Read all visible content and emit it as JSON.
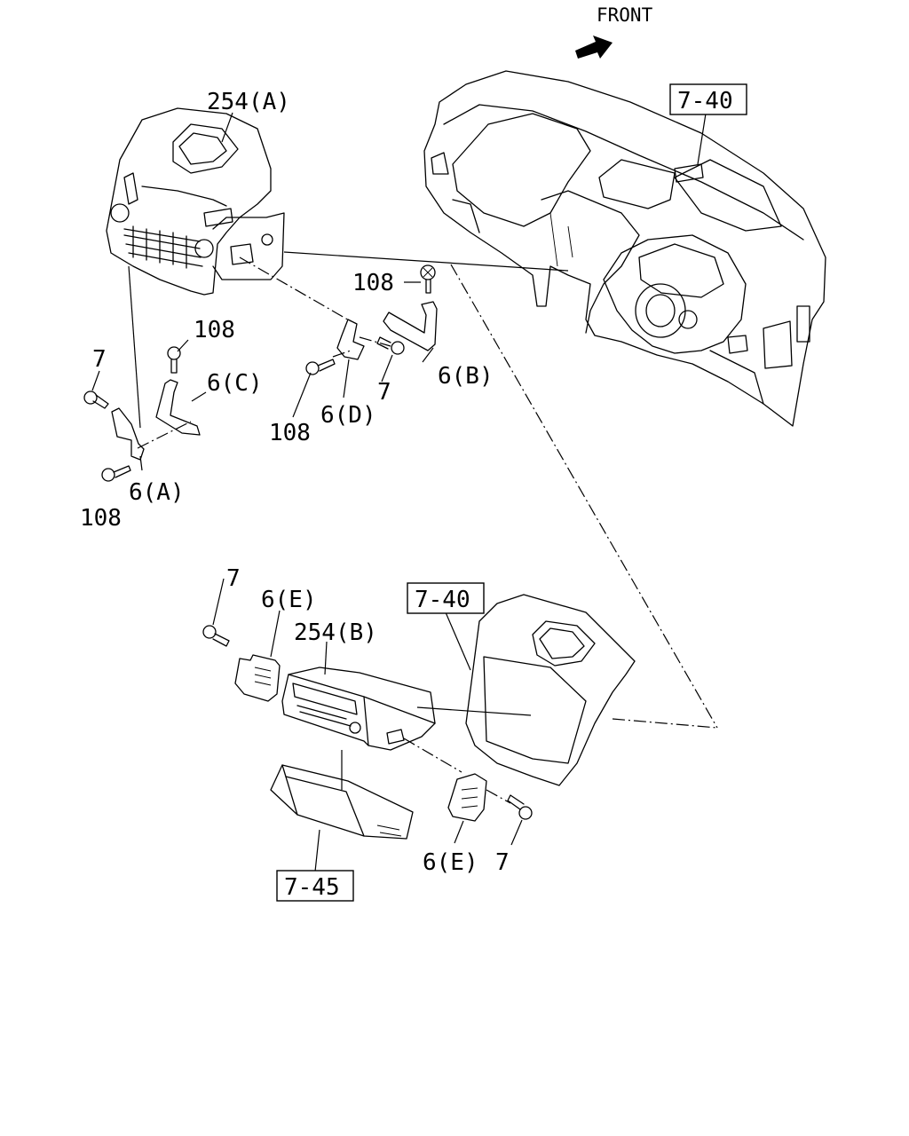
{
  "front_label": "FRONT",
  "callouts": {
    "unit_a": "254(A)",
    "unit_b": "254(B)",
    "dash_ref_top": "7-40",
    "dash_ref_mid": "7-40",
    "pocket_ref": "7-45",
    "screw_108_top": "108",
    "screw_108_left": "108",
    "screw_108_mid": "108",
    "screw_108_bottom": "108",
    "bolt_7_left": "7",
    "bolt_7_mid": "7",
    "bolt_7_lower_left": "7",
    "bolt_7_lower_right": "7",
    "bracket_6a": "6(A)",
    "bracket_6b": "6(B)",
    "bracket_6c": "6(C)",
    "bracket_6d": "6(D)",
    "bracket_6e_left": "6(E)",
    "bracket_6e_right": "6(E)"
  }
}
